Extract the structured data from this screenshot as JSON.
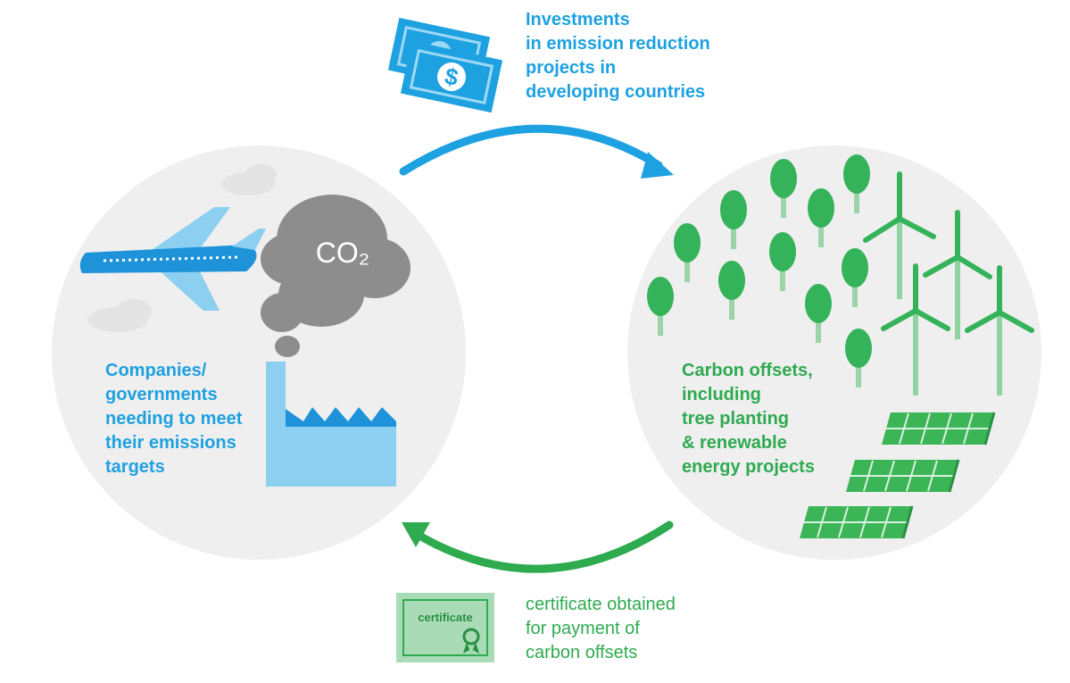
{
  "investment_text": [
    "Investments",
    "in emission reduction",
    "projects in",
    "developing countries"
  ],
  "buyer_text": [
    "Companies/",
    "governments",
    "needing to meet",
    "their emissions",
    "targets"
  ],
  "offset_text": [
    "Carbon offsets,",
    "including",
    "tree planting",
    "& renewable",
    "energy projects"
  ],
  "certificate_text": [
    "certificate obtained",
    "for payment of",
    "carbon offsets"
  ],
  "co2_label": "CO₂",
  "certificate_label": "certificate",
  "dollar_symbol": "$",
  "colors": {
    "blue": "#1ea1e0",
    "green": "#2eaa4f",
    "circle": "#efefef",
    "smoke": "#8d8d8d",
    "tree": "#35b35a",
    "panel": "#3cb557",
    "turbine": "#8fd4a0",
    "factory": "#8ccff1"
  }
}
